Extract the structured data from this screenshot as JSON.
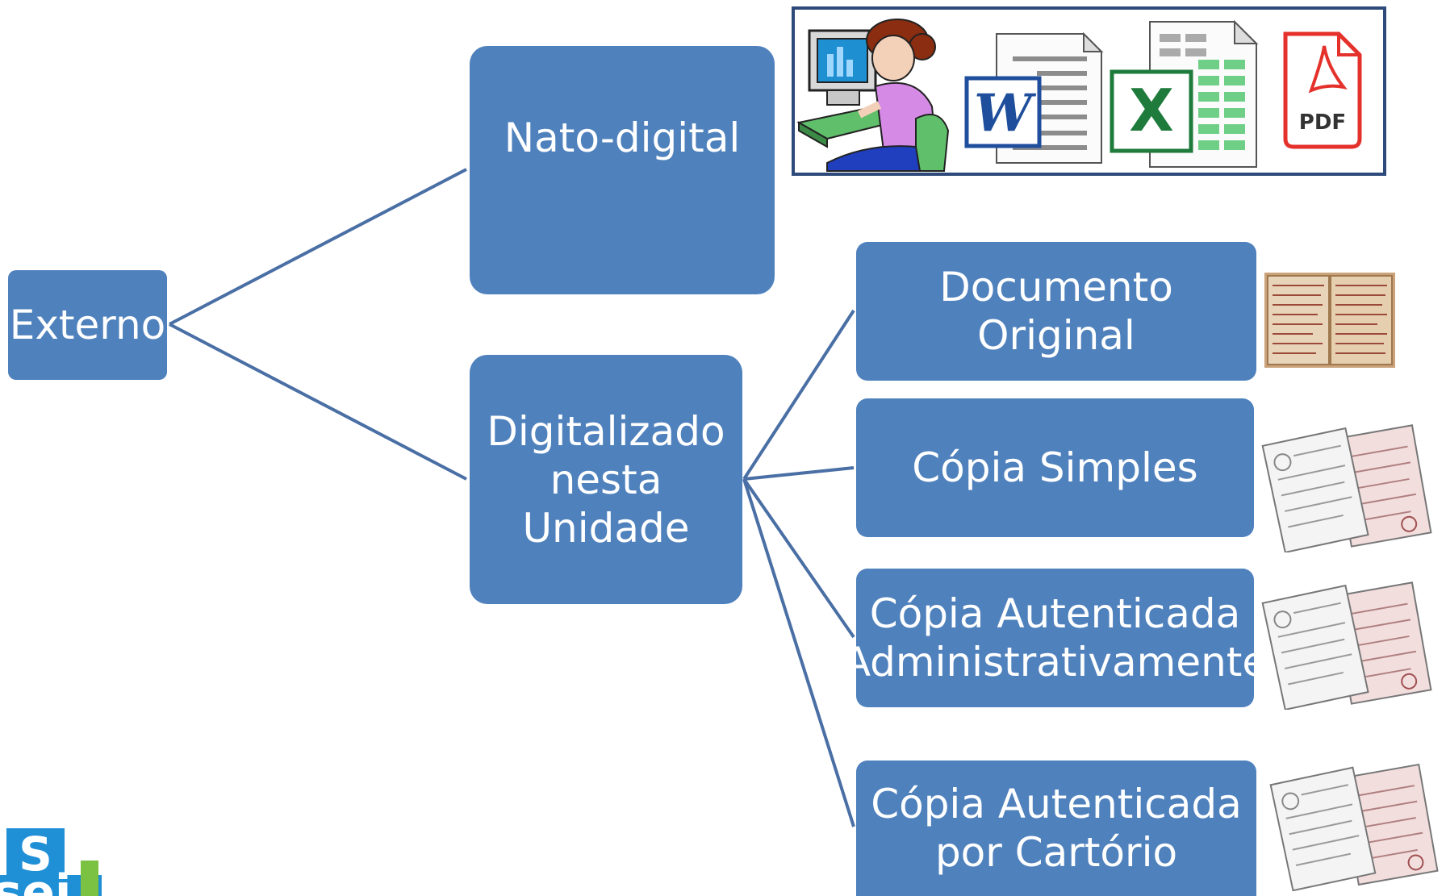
{
  "nodes": {
    "externo": "Externo",
    "nato_digital": "Nato-digital",
    "digitalizado": "Digitalizado\nnesta\nUnidade",
    "documento_original": "Documento Original",
    "copia_simples": "Cópia Simples",
    "copia_autenticada_admin": "Cópia Autenticada\nAdministrativamente",
    "copia_autenticada_cartorio": "Cópia Autenticada\npor Cartório"
  },
  "icons": {
    "word_letter": "W",
    "excel_letter": "X",
    "pdf_label": "PDF"
  },
  "logo": {
    "line1": "S",
    "line2": "sei"
  },
  "colors": {
    "node_fill": "#4f81bd",
    "connector": "#4a6fa5",
    "panel_border": "#2e4a7a"
  }
}
